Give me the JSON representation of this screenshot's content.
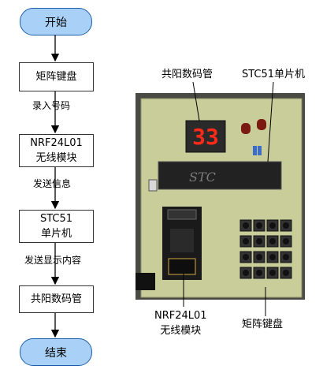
{
  "flowchart": {
    "start": "开始",
    "end": "结束",
    "steps": [
      "矩阵键盘",
      "NRF24L01\n无线模块",
      "STC51\n单片机",
      "共阳数码管"
    ],
    "edge_labels": [
      "录入号码",
      "发送信息",
      "发送显示内容"
    ]
  },
  "photo": {
    "labels": {
      "display": "共阳数码管",
      "mcu": "STC51单片机",
      "radio": "NRF24L01\n无线模块",
      "keypad": "矩阵键盘"
    },
    "digit_readout": "33",
    "chip_print": "STC"
  },
  "colors": {
    "terminal_fill": "#a9d1f7",
    "terminal_border": "#1d5faa",
    "board": "#c9cd9a",
    "led_red": "#ff2a1a"
  }
}
